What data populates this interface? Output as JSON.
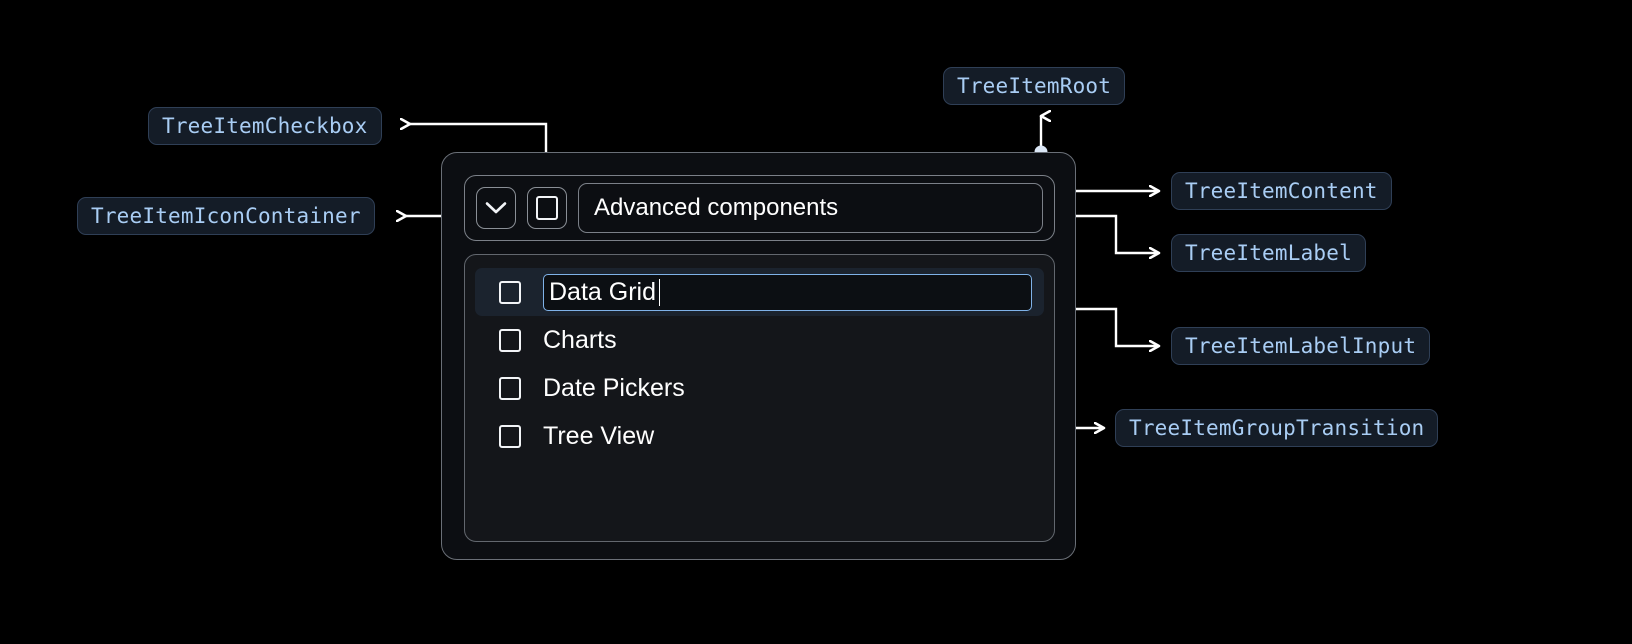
{
  "annotations": [
    {
      "id": "tree-item-checkbox",
      "label": "TreeItemCheckbox"
    },
    {
      "id": "tree-item-icon-container",
      "label": "TreeItemIconContainer"
    },
    {
      "id": "tree-item-root",
      "label": "TreeItemRoot"
    },
    {
      "id": "tree-item-content",
      "label": "TreeItemContent"
    },
    {
      "id": "tree-item-label",
      "label": "TreeItemLabel"
    },
    {
      "id": "tree-item-label-input",
      "label": "TreeItemLabelInput"
    },
    {
      "id": "tree-item-group-transition",
      "label": "TreeItemGroupTransition"
    }
  ],
  "tree": {
    "root_label": "Advanced components",
    "expand_icon": "chevron-down-icon",
    "root_checkbox_checked": false,
    "items": [
      {
        "label": "Data Grid",
        "checked": false,
        "selected": true,
        "editing": true
      },
      {
        "label": "Charts",
        "checked": false,
        "selected": false,
        "editing": false
      },
      {
        "label": "Date Pickers",
        "checked": false,
        "selected": false,
        "editing": false
      },
      {
        "label": "Tree View",
        "checked": false,
        "selected": false,
        "editing": false
      }
    ],
    "editing_value": "Data Grid"
  },
  "colors": {
    "background": "#000000",
    "chip_bg": "#141c27",
    "chip_border": "#2f3f56",
    "chip_text": "#a9cdf4",
    "wire": "#ffffff",
    "dot": "#dbe7f6",
    "root_bg": "#0c0e12",
    "group_bg": "#14161a",
    "selected_row_bg": "#1b232e",
    "input_border": "#7fb2e8",
    "box_border": "#7b8088",
    "text": "#ffffff"
  }
}
